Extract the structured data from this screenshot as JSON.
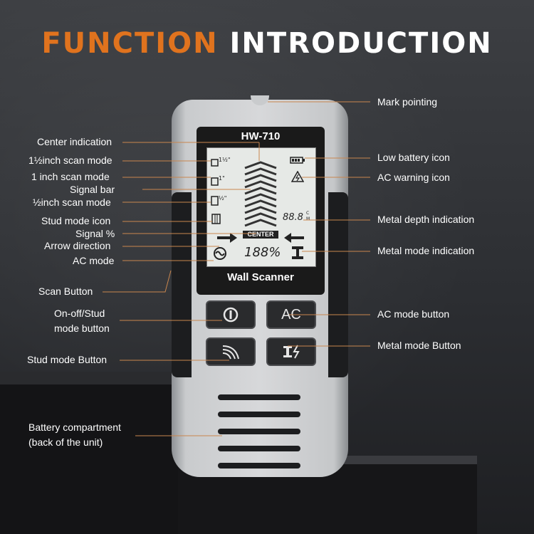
{
  "title": {
    "part1": "FUNCTION",
    "part2": "INTRODUCTION"
  },
  "device": {
    "model": "HW-710",
    "brand": "Wall Scanner",
    "lcd": {
      "center": "CENTER",
      "signal": "188%",
      "depth": "88.8",
      "depth_unit_c": "C",
      "depth_unit_m": "M",
      "one_inch": "1\"",
      "half_inch": "½\""
    },
    "buttons": {
      "ac": "AC"
    }
  },
  "labels_left": {
    "center_indication": "Center indication",
    "scan_1_5": "1½inch scan mode",
    "scan_1": "1 inch scan mode",
    "signal_bar": "Signal bar",
    "scan_half": "½inch scan mode",
    "stud_mode_icon": "Stud mode icon",
    "signal_pct": "Signal %",
    "arrow_direction": "Arrow direction",
    "ac_mode": "AC mode",
    "scan_button": "Scan Button",
    "onoff_line1": "On-off/Stud",
    "onoff_line2": "mode button",
    "stud_mode_button": "Stud mode Button",
    "battery_line1": "Battery compartment",
    "battery_line2": "(back of the unit)"
  },
  "labels_right": {
    "mark_pointing": "Mark pointing",
    "low_battery": "Low battery icon",
    "ac_warning": "AC warning icon",
    "metal_depth": "Metal depth indication",
    "metal_mode": "Metal mode indication",
    "ac_mode_button": "AC mode button",
    "metal_mode_button": "Metal mode Button"
  },
  "colors": {
    "accent": "#e0731e",
    "leader": "#c9864e"
  }
}
